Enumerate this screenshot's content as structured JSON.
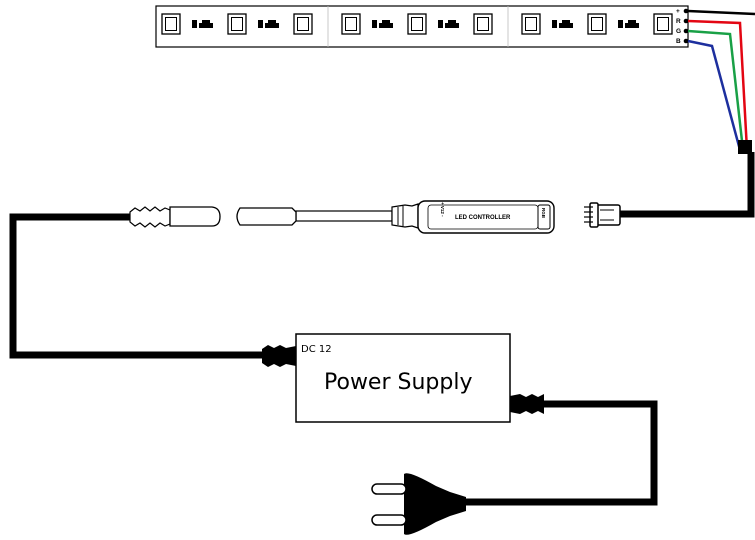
{
  "controller": {
    "label": "LED CONTROLLER",
    "voltage_label": "+ V12 -"
  },
  "power_supply": {
    "voltage_label": "DC 12",
    "label": "Power Supply"
  },
  "strip": {
    "pins": [
      "+",
      "R",
      "G",
      "B"
    ]
  },
  "colors": {
    "red": "#e30613",
    "green": "#19a046",
    "blue": "#1d2f9e",
    "cable": "#000000"
  }
}
